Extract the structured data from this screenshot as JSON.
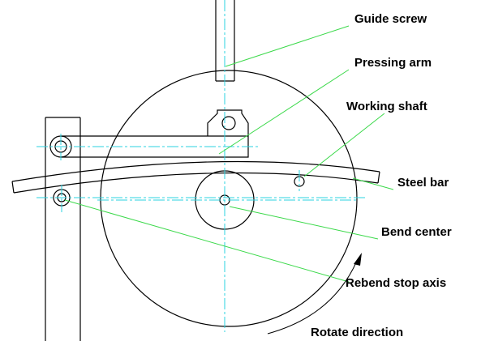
{
  "labels": {
    "guide_screw": "Guide screw",
    "pressing_arm": "Pressing arm",
    "working_shaft": "Working shaft",
    "steel_bar": "Steel bar",
    "bend_center": "Bend center",
    "rebend_stop_axis": "Rebend stop axis",
    "rotate_direction": "Rotate direction"
  },
  "colors": {
    "outline": "#000000",
    "center_lines": "#2bd3e0",
    "leader_lines": "#3bd94a",
    "background": "#ffffff"
  }
}
